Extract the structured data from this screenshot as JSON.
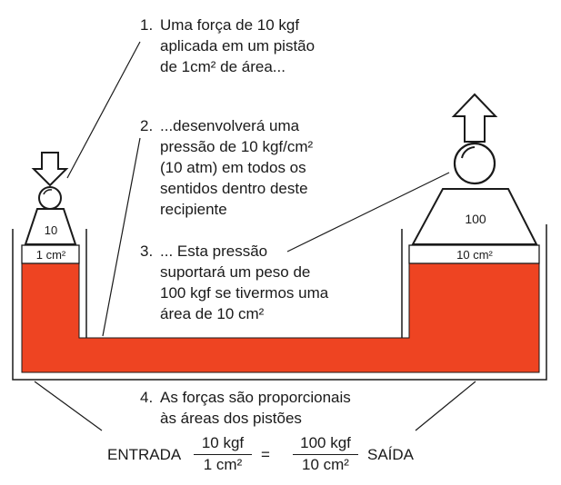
{
  "steps": [
    {
      "num": "1.",
      "lines": [
        "Uma força de 10 kgf",
        "aplicada em um pistão",
        "de 1cm² de área..."
      ]
    },
    {
      "num": "2.",
      "lines": [
        "...desenvolverá uma",
        "pressão de 10 kgf/cm²",
        "(10 atm) em todos os",
        "sentidos dentro deste",
        "recipiente"
      ]
    },
    {
      "num": "3.",
      "lines": [
        "... Esta pressão",
        "suportará um peso de",
        "100 kgf se tivermos uma",
        "área de 10 cm²"
      ]
    },
    {
      "num": "4.",
      "lines": [
        "As forças são proporcionais",
        "às áreas dos pistões"
      ]
    }
  ],
  "left_weight_label": "10",
  "right_weight_label": "100",
  "left_area_label": "1 cm²",
  "right_area_label": "10 cm²",
  "formula": {
    "left_word": "ENTRADA",
    "left_num": "10 kgf",
    "left_den": "1 cm²",
    "equals": "=",
    "right_num": "100 kgf",
    "right_den": "10 cm²",
    "right_word": "SAÍDA"
  },
  "colors": {
    "fluid": "#ee4422",
    "line": "#1a1a1a",
    "background": "#ffffff"
  }
}
